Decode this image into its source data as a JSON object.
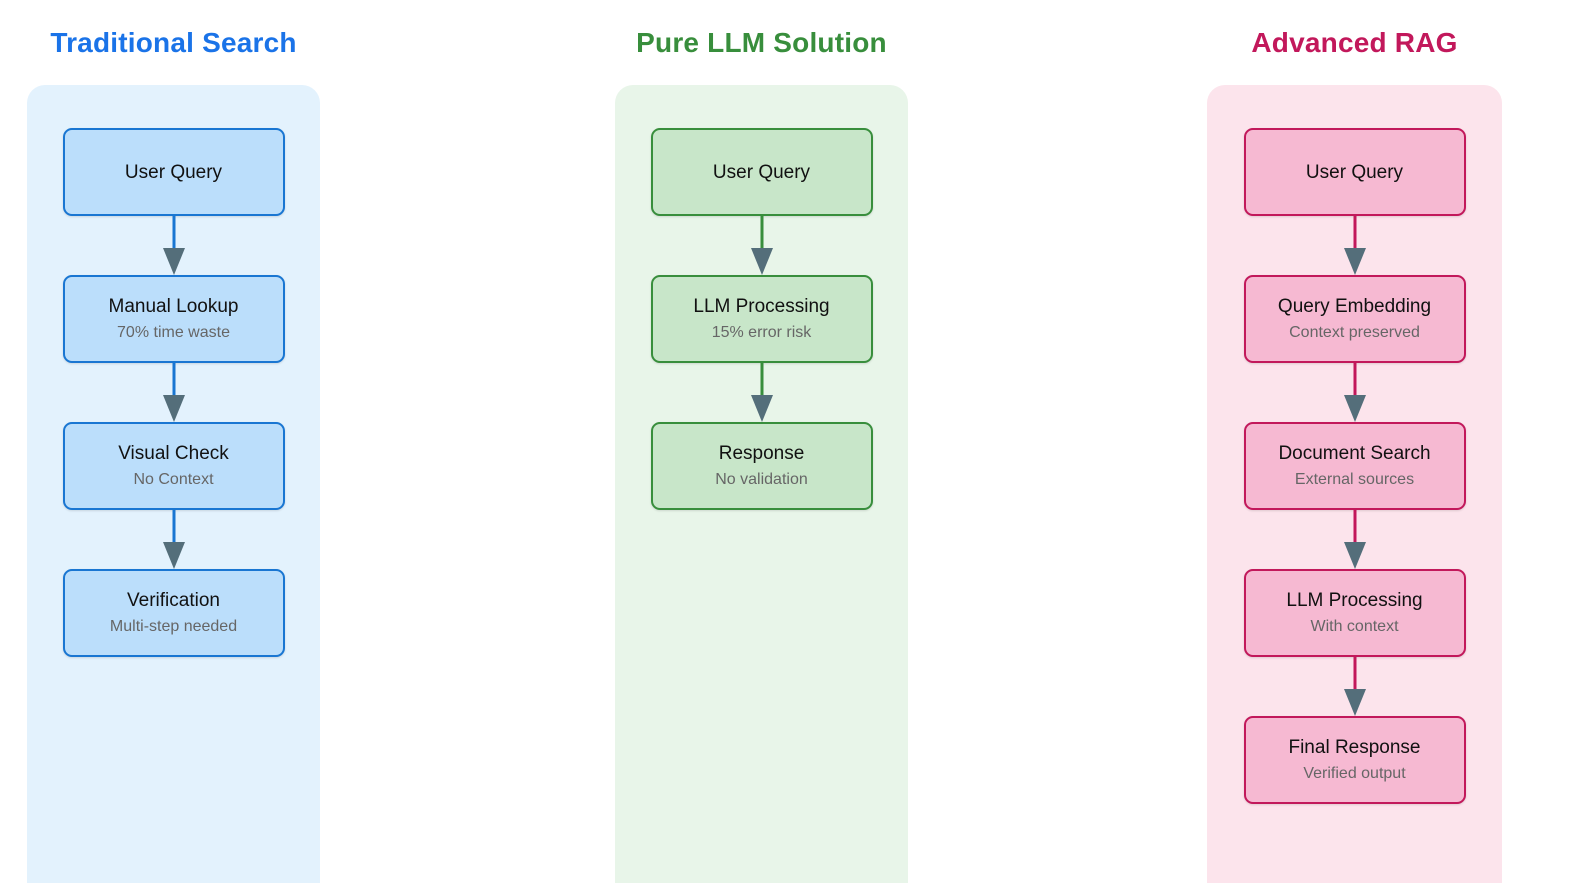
{
  "diagram": {
    "arrowhead_color": "#546E7A",
    "label_color": "#111111",
    "sublabel_color": "#666666",
    "columns": [
      {
        "id": "traditional-search",
        "title": "Traditional Search",
        "colors": {
          "title": "#1A73E8",
          "panel_bg": "#E3F2FD",
          "box_bg": "#BBDEFB",
          "accent": "#1976D2"
        },
        "steps": [
          {
            "label": "User Query",
            "sublabel": ""
          },
          {
            "label": "Manual Lookup",
            "sublabel": "70% time waste"
          },
          {
            "label": "Visual Check",
            "sublabel": "No Context"
          },
          {
            "label": "Verification",
            "sublabel": "Multi-step needed"
          }
        ]
      },
      {
        "id": "pure-llm-solution",
        "title": "Pure LLM Solution",
        "colors": {
          "title": "#388E3C",
          "panel_bg": "#E8F5E9",
          "box_bg": "#C8E6C9",
          "accent": "#388E3C"
        },
        "steps": [
          {
            "label": "User Query",
            "sublabel": ""
          },
          {
            "label": "LLM Processing",
            "sublabel": "15% error risk"
          },
          {
            "label": "Response",
            "sublabel": "No validation"
          }
        ]
      },
      {
        "id": "advanced-rag",
        "title": "Advanced RAG",
        "colors": {
          "title": "#C2185B",
          "panel_bg": "#FCE4EC",
          "box_bg": "#F6B9D2",
          "accent": "#C2185B"
        },
        "steps": [
          {
            "label": "User Query",
            "sublabel": ""
          },
          {
            "label": "Query Embedding",
            "sublabel": "Context preserved"
          },
          {
            "label": "Document Search",
            "sublabel": "External sources"
          },
          {
            "label": "LLM Processing",
            "sublabel": "With context"
          },
          {
            "label": "Final Response",
            "sublabel": "Verified output"
          }
        ]
      }
    ]
  }
}
